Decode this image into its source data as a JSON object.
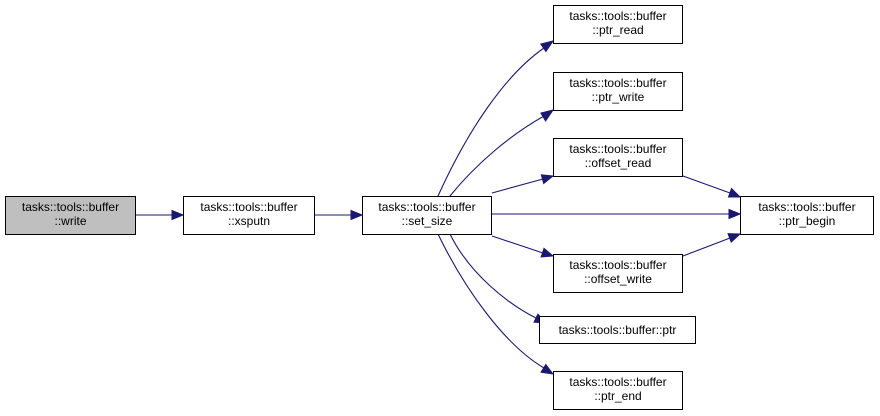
{
  "diagram": {
    "nodes": {
      "write": {
        "line1": "tasks::tools::buffer",
        "line2": "::write"
      },
      "xsputn": {
        "line1": "tasks::tools::buffer",
        "line2": "::xsputn"
      },
      "set_size": {
        "line1": "tasks::tools::buffer",
        "line2": "::set_size"
      },
      "ptr_read": {
        "line1": "tasks::tools::buffer",
        "line2": "::ptr_read"
      },
      "ptr_write": {
        "line1": "tasks::tools::buffer",
        "line2": "::ptr_write"
      },
      "offset_read": {
        "line1": "tasks::tools::buffer",
        "line2": "::offset_read"
      },
      "ptr_begin": {
        "line1": "tasks::tools::buffer",
        "line2": "::ptr_begin"
      },
      "offset_write": {
        "line1": "tasks::tools::buffer",
        "line2": "::offset_write"
      },
      "ptr": {
        "line1": "tasks::tools::buffer::ptr"
      },
      "ptr_end": {
        "line1": "tasks::tools::buffer",
        "line2": "::ptr_end"
      }
    },
    "edges": [
      {
        "from": "write",
        "to": "xsputn"
      },
      {
        "from": "xsputn",
        "to": "set_size"
      },
      {
        "from": "set_size",
        "to": "ptr_read"
      },
      {
        "from": "set_size",
        "to": "ptr_write"
      },
      {
        "from": "set_size",
        "to": "offset_read"
      },
      {
        "from": "set_size",
        "to": "ptr_begin"
      },
      {
        "from": "set_size",
        "to": "offset_write"
      },
      {
        "from": "set_size",
        "to": "ptr"
      },
      {
        "from": "set_size",
        "to": "ptr_end"
      },
      {
        "from": "offset_read",
        "to": "ptr_begin"
      },
      {
        "from": "offset_write",
        "to": "ptr_begin"
      }
    ]
  },
  "colors": {
    "edge": "#191970",
    "current_node_fill": "#bfbfbf",
    "node_fill": "#ffffff",
    "node_border": "#000000"
  }
}
